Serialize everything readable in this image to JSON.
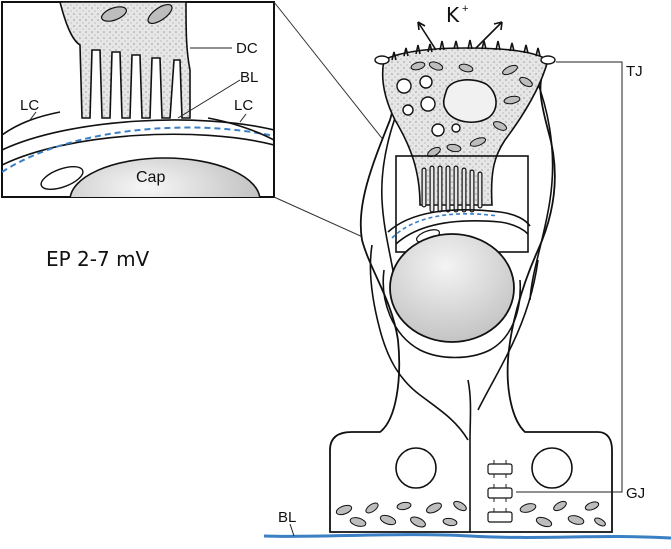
{
  "labels": {
    "ion": "K",
    "ion_charge": "+",
    "tight_junction": "TJ",
    "gap_junction": "GJ",
    "basal_lamina_main": "BL",
    "ep": "EP 2-7 mV",
    "dc": "DC",
    "bl_inset": "BL",
    "lc_left": "LC",
    "lc_right": "LC",
    "cap": "Cap"
  },
  "colors": {
    "basement_line": "#3b7fc4",
    "capillary_fill": "#d9d9d9",
    "cell_fill": "#e3e3e3",
    "organelle_fill": "#bdbdbd",
    "ink": "#111111"
  }
}
